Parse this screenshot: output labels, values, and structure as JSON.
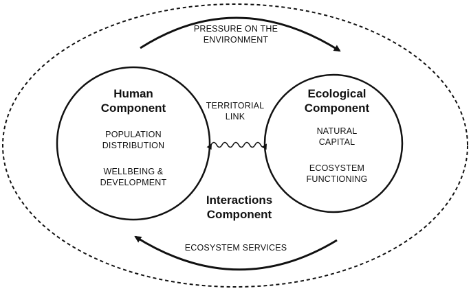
{
  "human": {
    "title_line1": "Human",
    "title_line2": "Component",
    "item1_line1": "POPULATION",
    "item1_line2": "DISTRIBUTION",
    "item2_line1": "WELLBEING &",
    "item2_line2": "DEVELOPMENT"
  },
  "ecological": {
    "title_line1": "Ecological",
    "title_line2": "Component",
    "item1_line1": "NATURAL",
    "item1_line2": "CAPITAL",
    "item2_line1": "ECOSYSTEM",
    "item2_line2": "FUNCTIONING"
  },
  "interactions": {
    "title_line1": "Interactions",
    "title_line2": "Component"
  },
  "arrows": {
    "top_line1": "PRESSURE ON THE",
    "top_line2": "ENVIRONMENT",
    "bottom": "ECOSYSTEM SERVICES",
    "link_line1": "TERRITORIAL",
    "link_line2": "LINK"
  },
  "colors": {
    "stroke": "#111111",
    "background": "#ffffff"
  }
}
